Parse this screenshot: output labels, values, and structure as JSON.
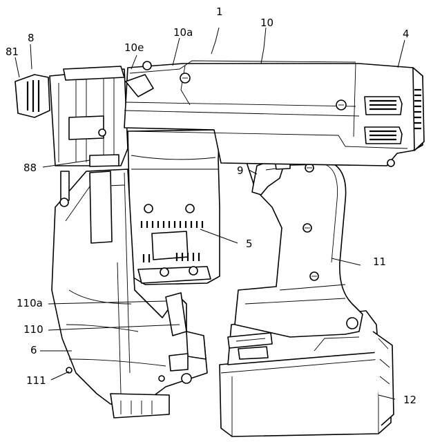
{
  "figure": {
    "labels": [
      {
        "id": "1",
        "text": "1"
      },
      {
        "id": "10",
        "text": "10"
      },
      {
        "id": "4",
        "text": "4"
      },
      {
        "id": "8",
        "text": "8"
      },
      {
        "id": "81",
        "text": "81"
      },
      {
        "id": "10a",
        "text": "10a"
      },
      {
        "id": "10e",
        "text": "10e"
      },
      {
        "id": "88",
        "text": "88"
      },
      {
        "id": "9",
        "text": "9"
      },
      {
        "id": "5",
        "text": "5"
      },
      {
        "id": "11",
        "text": "11"
      },
      {
        "id": "110a",
        "text": "110a"
      },
      {
        "id": "110",
        "text": "110"
      },
      {
        "id": "6",
        "text": "6"
      },
      {
        "id": "111",
        "text": "111"
      },
      {
        "id": "12",
        "text": "12"
      }
    ]
  }
}
